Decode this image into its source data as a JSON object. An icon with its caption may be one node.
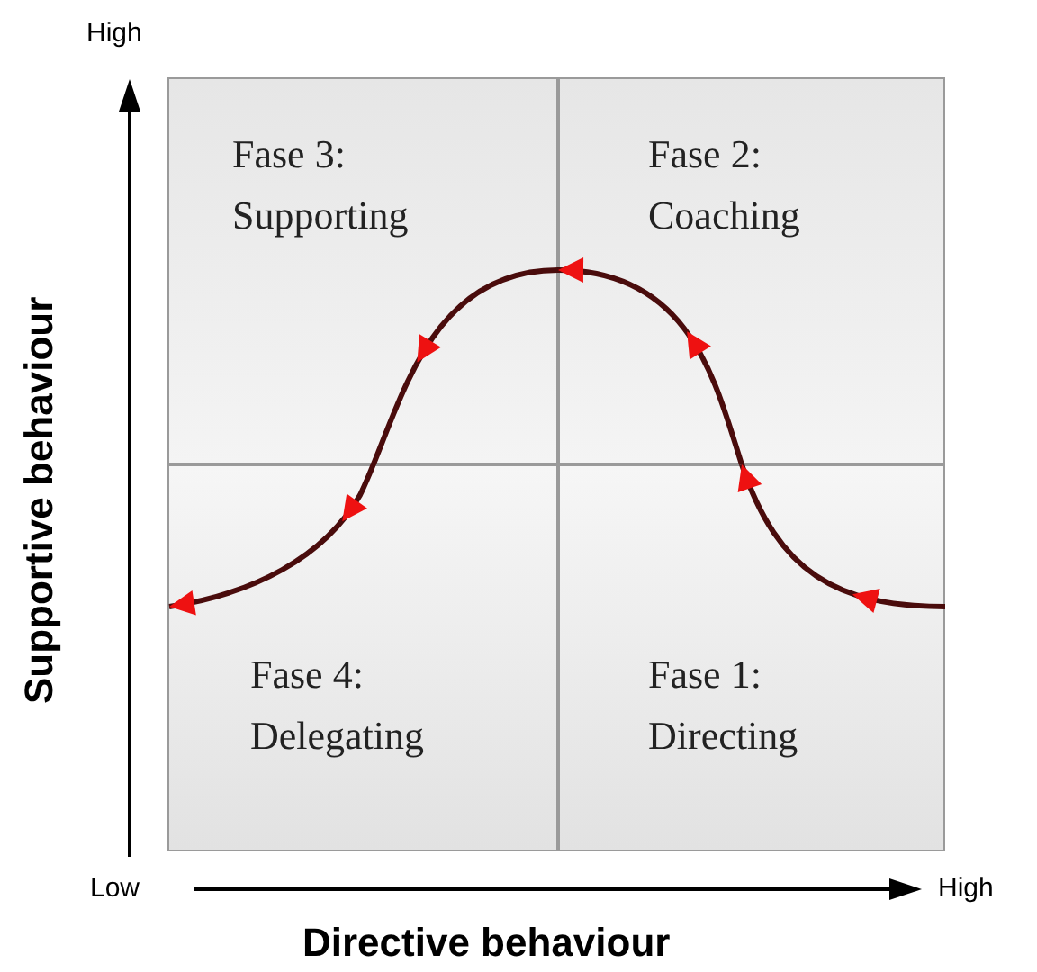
{
  "diagram": {
    "nodes": [
      {
        "text": [
          "Fase 3: Supporting"
        ]
      },
      {
        "text": [
          "Fase 2: Coaching"
        ]
      },
      {
        "text": [
          "Fase 4: Delegating"
        ]
      },
      {
        "text": [
          "Fase 1: Directing"
        ]
      }
    ],
    "edges": [
      {
        "from": 3,
        "to": 1,
        "arrow": "to"
      },
      {
        "from": 1,
        "to": 0,
        "arrow": "to"
      },
      {
        "from": 0,
        "to": 2,
        "arrow": "to"
      }
    ],
    "labels": [
      "High",
      "Supportive behaviour",
      "Low",
      "High",
      "Directive behaviour"
    ]
  }
}
